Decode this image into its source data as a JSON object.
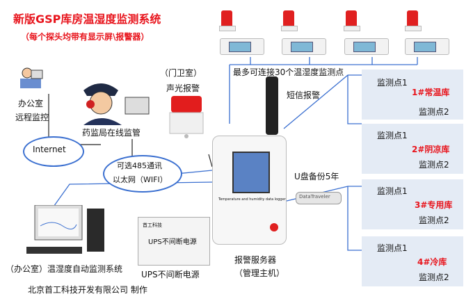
{
  "title": {
    "main": "新版GSP库房温湿度监测系统",
    "sub": "（每个探头均带有显示屏\\报警器）"
  },
  "sensors": {
    "caption": "最多可连接30个温湿度监测点",
    "count": 4
  },
  "office_remote": {
    "line1": "办公室",
    "line2": "远程监控"
  },
  "internet_label": "Internet",
  "fda_label": "药监局在线监管",
  "guard": {
    "line1": "（门卫室）",
    "line2": "声光报警"
  },
  "sms_label": "短信报警",
  "network_option": {
    "line1": "可选485通讯",
    "line2": "以太网（WIFI）"
  },
  "usb_label": "U盘备份5年",
  "usb_brand": "DataTraveler",
  "server": {
    "line1": "报警服务器",
    "line2": "（管理主机）",
    "device_caption": "Temperature and humidity data logger"
  },
  "ups": {
    "brand": "首工科技",
    "box_label": "UPS不间断电源",
    "caption": "UPS不间断电源"
  },
  "workstation_label": "（办公室）温湿度自动监测系统",
  "footer": "北京首工科技开发有限公司 制作",
  "warehouses": [
    {
      "point1": "监测点1",
      "name": "1#常温库",
      "point2": "监测点2"
    },
    {
      "point1": "监测点1",
      "name": "2#阴凉库",
      "point2": "监测点2"
    },
    {
      "point1": "监测点1",
      "name": "3#专用库",
      "point2": "监测点2"
    },
    {
      "point1": "监测点1",
      "name": "4#冷库",
      "point2": "监测点2"
    }
  ],
  "colors": {
    "title_red": "#e8141c",
    "link_blue": "#3a6fd0",
    "panel_bg": "#e4ebf5"
  }
}
